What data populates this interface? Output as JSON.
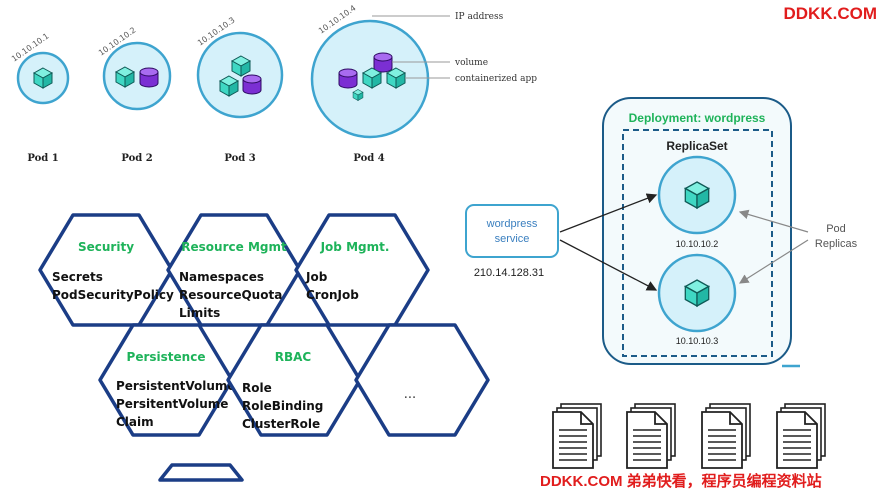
{
  "pods": {
    "items": [
      {
        "ip": "10.10.10.1",
        "label": "Pod 1"
      },
      {
        "ip": "10.10.10.2",
        "label": "Pod 2"
      },
      {
        "ip": "10.10.10.3",
        "label": "Pod 3"
      },
      {
        "ip": "10.10.10.4",
        "label": "Pod 4"
      }
    ],
    "annotations": {
      "ip_address": "IP address",
      "volume": "volume",
      "containerized_app": "containerized app"
    }
  },
  "hexes": {
    "security": {
      "title": "Security",
      "lines": [
        "Secrets",
        "PodSecurityPolicy"
      ]
    },
    "resource": {
      "title": "Resource Mgmt",
      "lines": [
        "Namespaces",
        "ResourceQuota",
        "Limits"
      ]
    },
    "job": {
      "title": "Job Mgmt.",
      "lines": [
        "Job",
        "CronJob"
      ]
    },
    "persistence": {
      "title": "Persistence",
      "lines": [
        "PersistentVolume",
        "PersitentVolume",
        "Claim"
      ]
    },
    "rbac": {
      "title": "RBAC",
      "lines": [
        "Role",
        "RoleBinding",
        "ClusterRole"
      ]
    },
    "more": {
      "title": "",
      "lines": [
        "..."
      ]
    }
  },
  "deployment": {
    "title": "Deployment: wordpress",
    "replicaset": "ReplicaSet",
    "pods": [
      {
        "ip": "10.10.10.2"
      },
      {
        "ip": "10.10.10.3"
      }
    ],
    "service_line1": "wordpress",
    "service_line2": "service",
    "service_ip": "210.14.128.31",
    "pod_replicas_line1": "Pod",
    "pod_replicas_line2": "Replicas"
  },
  "watermarks": {
    "top": "DDKK.COM",
    "bottom": "DDKK.COM 弟弟快看，程序员编程资料站"
  },
  "colors": {
    "teal": "#3fd7c3",
    "purple": "#7b2fd3",
    "pod_fill": "#d5f1fa",
    "pod_border": "#3ea4cf",
    "hex_border": "#1b3d86",
    "green_title": "#1eb35a",
    "service_border": "#3ea4cf",
    "deployment_border": "#1b5b88",
    "watermark": "#e11d1d"
  }
}
